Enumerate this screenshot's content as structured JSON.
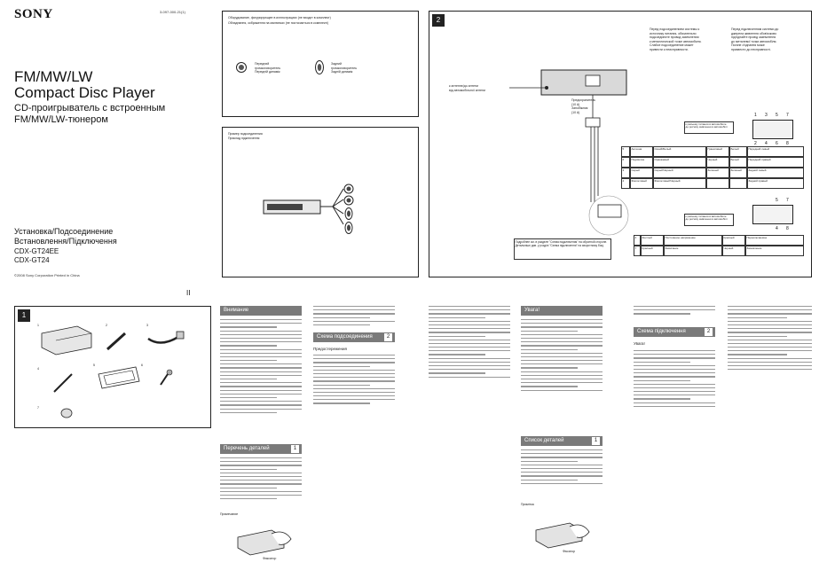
{
  "header": {
    "brand": "SONY",
    "doc_code": "3-097-000-21(1)",
    "title_en_1": "FM/MW/LW",
    "title_en_2": "Compact Disc Player",
    "title_ru_1": "CD-проигрыватель с встроенным",
    "title_ru_2": "FM/MW/LW-тюнером",
    "install_1": "Установка/Подсоединение",
    "install_2": "Встановлення/Підключення",
    "model_1": "CDX-GT24EE",
    "model_2": "CDX-GT24",
    "copyright": "©2008 Sony Corporation   Printed in China"
  },
  "top_center_box": {
    "title_1": "Оборудование, фигурирующее в иллюстрациях (не входит в комплект)",
    "title_2": "Обладнання, зображення на малюнках (не постачається в комплекті)",
    "item_a_1": "Передний",
    "item_a_2": "громкоговоритель",
    "item_a_3": "Передній динамік",
    "item_b_1": "Задний",
    "item_b_2": "громкоговоритель",
    "item_b_3": "Задній динамік"
  },
  "example_box": {
    "title_1": "Пример подсоединения",
    "title_2": "Приклад підключення"
  },
  "fig_numbers": {
    "fig1": "1",
    "fig2": "2",
    "roman": "II"
  },
  "diagram": {
    "note_1_lines": [
      "Перед подсоединением системы к",
      "источнику питания, обязательно",
      "подсоедините провод заземления",
      "к металлической точке автомобиля.",
      "Слабое подсоединение может",
      "привести к неисправности."
    ],
    "note_2_lines": [
      "Перед підключенням системи до",
      "джерела живлення обов'язково",
      "під'єднайте провід заземлення",
      "до металевої точки автомобіля.",
      "Погане з'єднання може",
      "призвести до несправності."
    ],
    "antenna_label_1": "к антенне/до антени",
    "antenna_label_2": "від автомобільної антени",
    "fuse_label_1": "Предохранитель",
    "fuse_label_2": "(10 A)",
    "fuse_label_3": "Запобіжник",
    "fuse_label_4": "(10 A)",
    "connector_label_1": "к разъему питания в автомобиле",
    "connector_label_2": "до роз'єму живлення в автомобілі",
    "connector2_label_1": "к разъему питания в автомобиле",
    "connector2_label_2": "до роз'єму живлення в автомобілі",
    "pins_top": [
      "1",
      "3",
      "5",
      "7"
    ],
    "pins_bottom": [
      "2",
      "4",
      "6",
      "8"
    ],
    "pins2_top": [
      "5",
      "7"
    ],
    "pins2_bottom": [
      "4",
      "8"
    ],
    "bottom_note_1": "Подробнее см. в разделе \"Схема подключения\" на обратной стороне.",
    "bottom_note_2": "Детальніше див. у розділі \"Схема підключення\" на зворотному боці."
  },
  "wire_table": {
    "rows": [
      [
        "5",
        "Антенна",
        "Синий/Белый",
        "Гранатовый",
        "Белый",
        "Передний левый"
      ],
      [
        "6",
        "Подсветка",
        "Оранжевый",
        "Черный",
        "Белый",
        "Передний правый"
      ],
      [
        "3",
        "Серый",
        "Серый/Черный",
        "Зеленый",
        "Зеленый",
        "Задний левый"
      ],
      [
        "4",
        "Фиолетовый",
        "Фиолетовый/Черный",
        "",
        "",
        "Задний правый"
      ]
    ]
  },
  "wire_table_2": {
    "rows": [
      [
        "4",
        "Желтый",
        "Постоянное напряжение",
        "Красный",
        "Переключаемое"
      ],
      [
        "7",
        "Красный",
        "Зажигание",
        "Черный",
        "Заземление"
      ]
    ]
  },
  "fig1_labels": [
    "1",
    "2",
    "3",
    "4",
    "5",
    "6",
    "7"
  ],
  "sections": {
    "warning_title": "Внимание",
    "parts_title": "Перечень деталей",
    "parts_num": "1",
    "connection_title": "Схема подсоединения",
    "connection_num": "2",
    "caution_subtitle": "Предостережения",
    "ua_warning_title": "Увага!",
    "ua_parts_title": "Список деталей",
    "ua_parts_num": "1",
    "ua_connection_title": "Схема підключення",
    "ua_connection_num": "2",
    "ua_caution_subtitle": "Увага!",
    "finger_note_ru": "Фиксатор",
    "finger_note_ua": "Фіксатор",
    "note_ru": "Примечание",
    "note_ua": "Примітка"
  }
}
